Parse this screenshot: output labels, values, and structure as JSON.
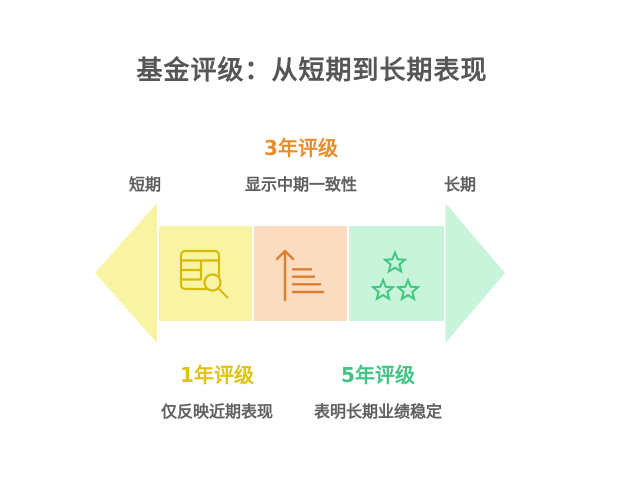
{
  "title": "基金评级：从短期到长期表现",
  "timeline": {
    "left_label": "短期",
    "right_label": "长期"
  },
  "ratings": {
    "one_year": {
      "label": "1年评级",
      "description": "仅反映近期表现",
      "label_color": "#DFC30E",
      "segment_fill": "#F9F4A4",
      "icon": "table-search-icon",
      "icon_color": "#D6BC0A"
    },
    "three_year": {
      "label": "3年评级",
      "description": "显示中期一致性",
      "label_color": "#E78E2B",
      "segment_fill": "#FBDCC0",
      "icon": "sort-ascending-arrow-icon",
      "icon_color": "#DC7E30"
    },
    "five_year": {
      "label": "5年评级",
      "description": "表明长期业绩稳定",
      "label_color": "#3EC584",
      "segment_fill": "#C9F4DC",
      "icon": "three-stars-icon",
      "icon_color": "#41C77E"
    }
  },
  "colors": {
    "background": "#FFFFFF",
    "title_text": "#565656",
    "gray_text": "#5E5E5E",
    "left_arrowhead": "#F9F4A4",
    "right_arrowhead": "#C9F4DC"
  }
}
